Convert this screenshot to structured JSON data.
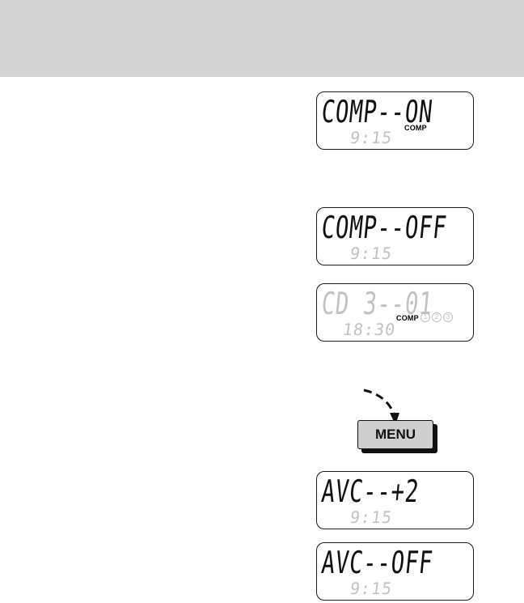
{
  "displays": [
    {
      "main": "COMP--ON",
      "clock": "9:15",
      "indicator": "COMP"
    },
    {
      "main": "COMP--OFF",
      "clock": "9:15"
    },
    {
      "main": "CD  3--01",
      "clock": "18:30",
      "indicator": "COMP",
      "disc_numbers": [
        "1",
        "2",
        "3"
      ]
    },
    {
      "main": "AVC--+2",
      "clock": "9:15"
    },
    {
      "main": "AVC--OFF",
      "clock": "9:15"
    }
  ],
  "menu_button": {
    "label": "MENU"
  },
  "colors": {
    "header_band": "#d3d3d3",
    "lcd_dim": "#c2c2c2",
    "button_face": "#cfcfcf"
  }
}
